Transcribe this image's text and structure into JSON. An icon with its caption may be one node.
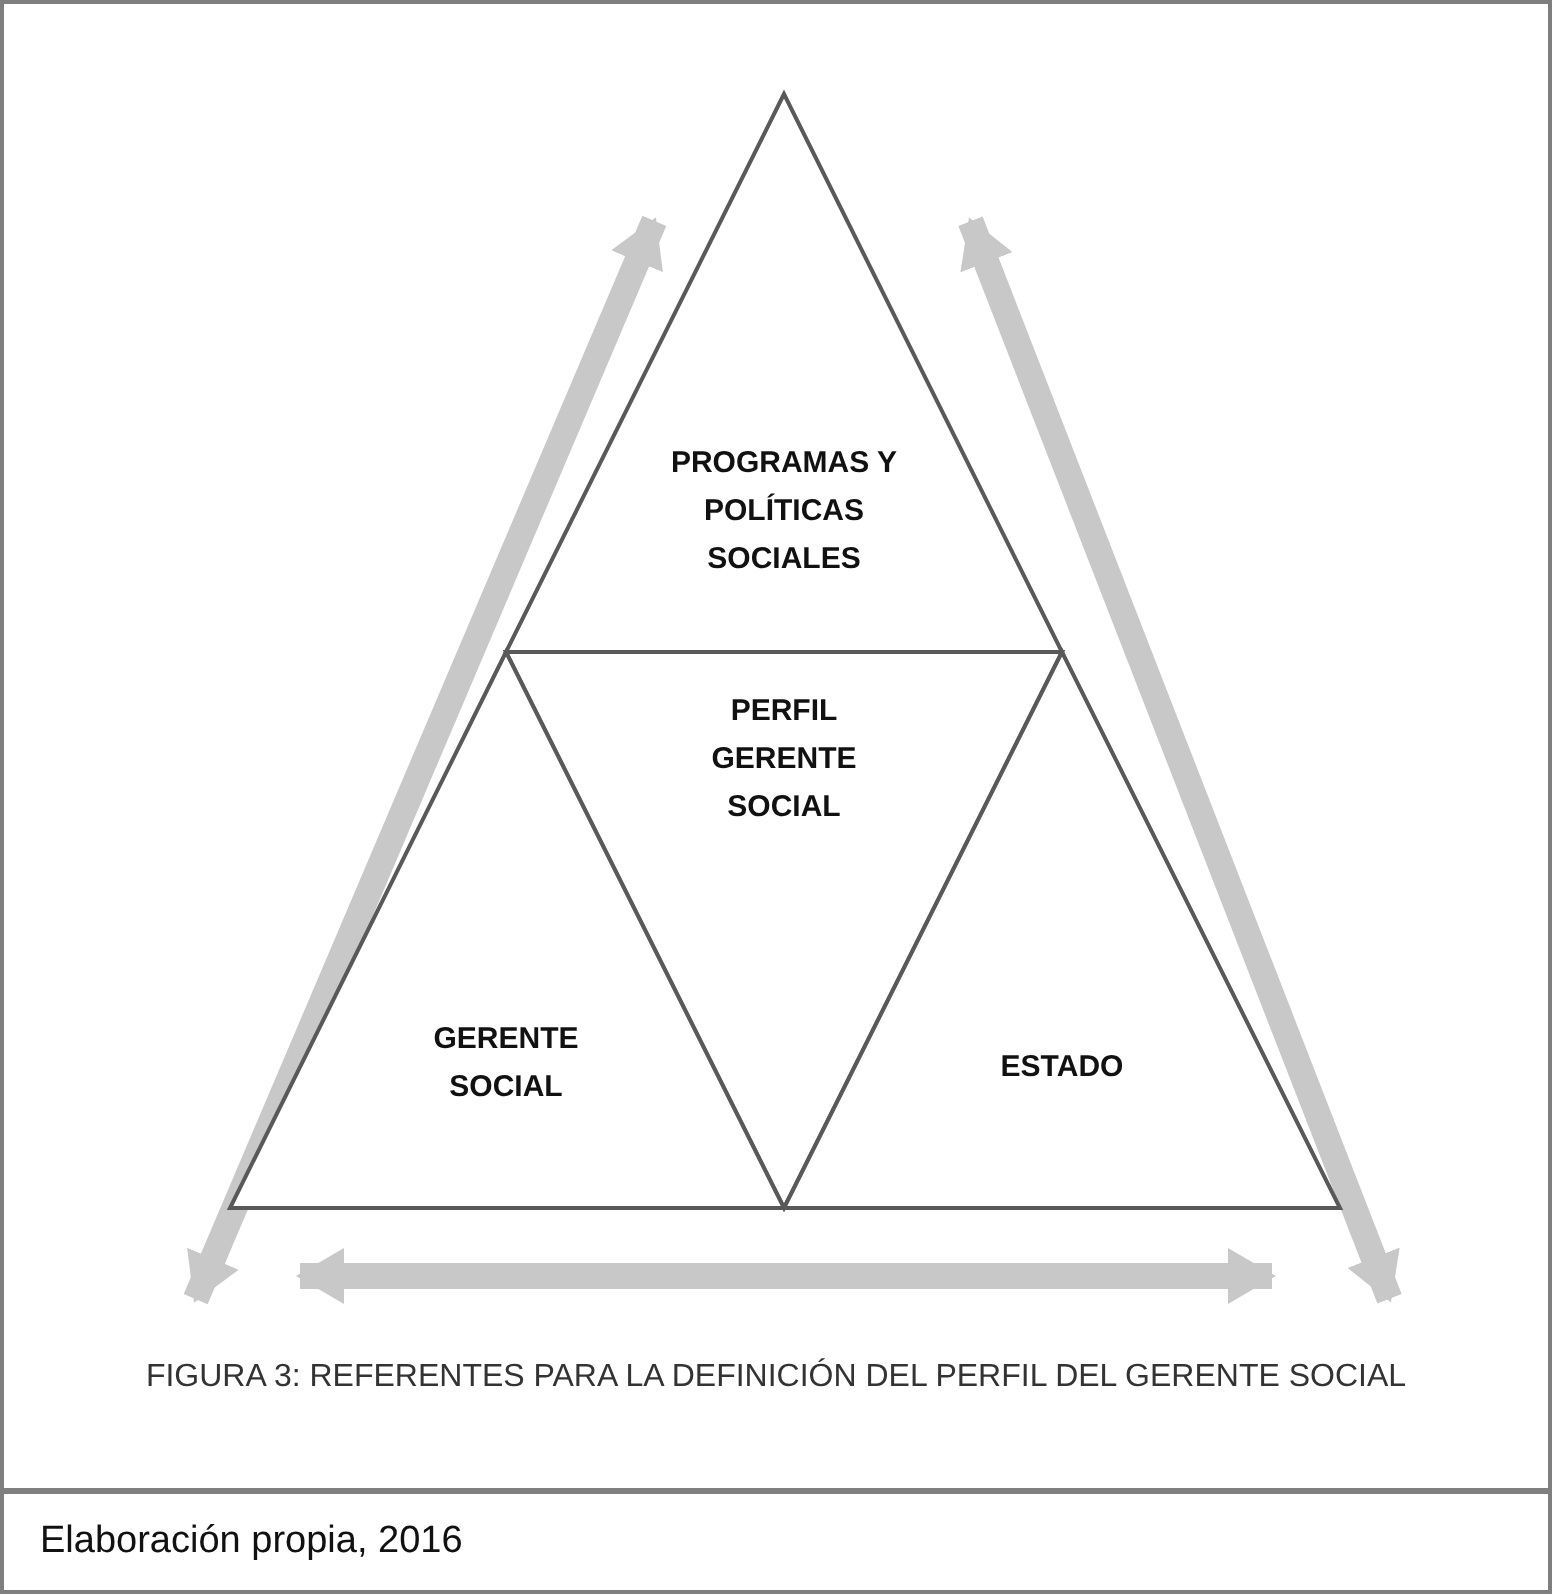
{
  "diagram": {
    "caption": "FIGURA 3: REFERENTES PARA LA DEFINICIÓN DEL PERFIL DEL GERENTE SOCIAL",
    "nodes": [
      {
        "text": [
          "PROGRAMAS Y POLÍTICAS SOCIALES"
        ]
      },
      {
        "text": [
          "PERFIL GERENTE SOCIAL"
        ]
      },
      {
        "text": [
          "GERENTE SOCIAL"
        ]
      },
      {
        "text": [
          "ESTADO"
        ]
      }
    ],
    "edges": [
      {
        "from": 0,
        "to": 2,
        "arrow": "both"
      },
      {
        "from": 0,
        "to": 3,
        "arrow": "both"
      },
      {
        "from": 2,
        "to": 3,
        "arrow": "both"
      }
    ],
    "labels": [
      "Elaboración propia, 2016"
    ]
  }
}
